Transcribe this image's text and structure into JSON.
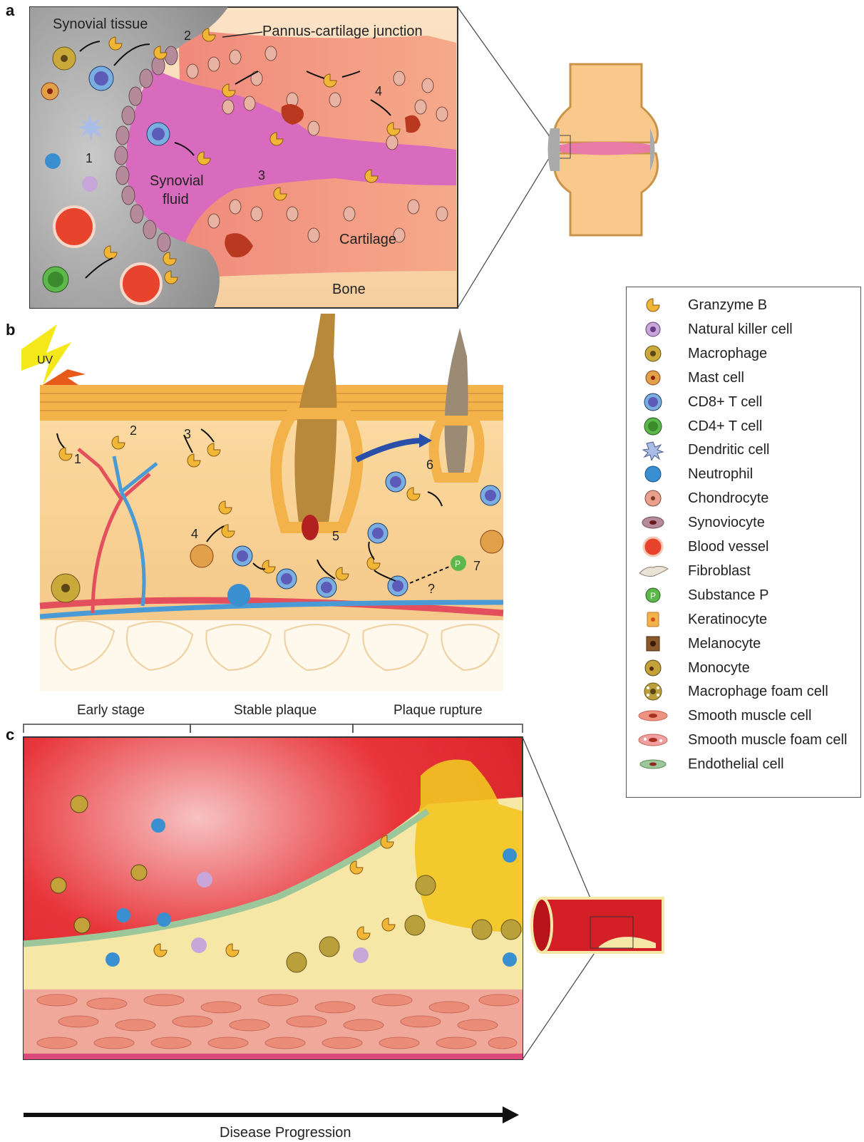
{
  "panels": {
    "a": {
      "letter": "a",
      "labels": {
        "synovial_tissue": "Synovial tissue",
        "pannus_junction": "Pannus-cartilage junction",
        "synovial_fluid_1": "Synovial",
        "synovial_fluid_2": "fluid",
        "cartilage": "Cartilage",
        "bone": "Bone"
      },
      "numbers": [
        "1",
        "2",
        "3",
        "4"
      ]
    },
    "b": {
      "letter": "b",
      "labels": {
        "uv": "UV",
        "question": "?"
      },
      "numbers": [
        "1",
        "2",
        "3",
        "4",
        "5",
        "6",
        "7"
      ]
    },
    "c": {
      "letter": "c",
      "stages": [
        "Early stage",
        "Stable plaque",
        "Plaque rupture"
      ],
      "progress": "Disease Progression"
    }
  },
  "legend": {
    "items": [
      {
        "label": "Granzyme B",
        "icon": "granzyme-b-icon",
        "color": "#f2b636"
      },
      {
        "label": "Natural killer cell",
        "icon": "nk-cell-icon",
        "color": "#c9a6d9"
      },
      {
        "label": "Macrophage",
        "icon": "macrophage-icon",
        "color": "#c9a93a"
      },
      {
        "label": "Mast cell",
        "icon": "mast-cell-icon",
        "color": "#e3a04a"
      },
      {
        "label": "CD8+ T cell",
        "icon": "cd8-t-cell-icon",
        "color": "#7aaee0"
      },
      {
        "label": "CD4+ T cell",
        "icon": "cd4-t-cell-icon",
        "color": "#5cb84a"
      },
      {
        "label": "Dendritic cell",
        "icon": "dendritic-cell-icon",
        "color": "#a9bde6"
      },
      {
        "label": "Neutrophil",
        "icon": "neutrophil-icon",
        "color": "#3a8fd1"
      },
      {
        "label": "Chondrocyte",
        "icon": "chondrocyte-icon",
        "color": "#eaa08c"
      },
      {
        "label": "Synoviocyte",
        "icon": "synoviocyte-icon",
        "color": "#b58a9a"
      },
      {
        "label": "Blood vessel",
        "icon": "blood-vessel-icon",
        "color": "#e8432c"
      },
      {
        "label": "Fibroblast",
        "icon": "fibroblast-icon",
        "color": "#e9e2d6"
      },
      {
        "label": "Substance P",
        "icon": "substance-p-icon",
        "color": "#5cb84a"
      },
      {
        "label": "Keratinocyte",
        "icon": "keratinocyte-icon",
        "color": "#f3b24a"
      },
      {
        "label": "Melanocyte",
        "icon": "melanocyte-icon",
        "color": "#8a5a2b"
      },
      {
        "label": "Monocyte",
        "icon": "monocyte-icon",
        "color": "#c4a23a"
      },
      {
        "label": "Macrophage foam cell",
        "icon": "macrophage-foam-cell-icon",
        "color": "#b9a03a"
      },
      {
        "label": "Smooth muscle cell",
        "icon": "smooth-muscle-cell-icon",
        "color": "#f09482"
      },
      {
        "label": "Smooth muscle foam cell",
        "icon": "smooth-muscle-foam-cell-icon",
        "color": "#f0a0a0"
      },
      {
        "label": "Endothelial cell",
        "icon": "endothelial-cell-icon",
        "color": "#9cc79a"
      }
    ]
  }
}
